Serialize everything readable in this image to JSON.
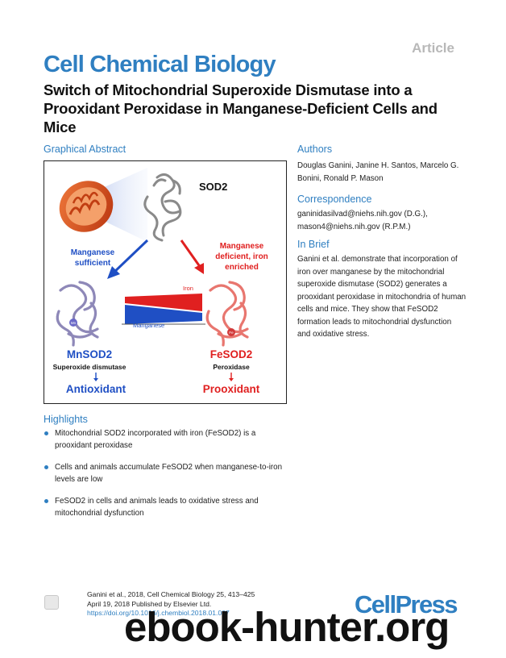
{
  "header": {
    "article_label": "Article",
    "journal": "Cell Chemical Biology",
    "title": "Switch of Mitochondrial Superoxide Dismutase into a Prooxidant Peroxidase in Manganese-Deficient Cells and Mice"
  },
  "graphical_abstract": {
    "heading": "Graphical Abstract",
    "sod2": "SOD2",
    "left_branch_1": "Manganese",
    "left_branch_2": "sufficient",
    "right_branch_1": "Manganese",
    "right_branch_2": "deficient, iron",
    "right_branch_3": "enriched",
    "iron_label": "Iron",
    "manganese_label": "Manganese",
    "mn_metal": "Mn",
    "fe_metal": "Fe",
    "left_name": "MnSOD2",
    "left_function": "Superoxide dismutase",
    "left_outcome": "Antioxidant",
    "right_name": "FeSOD2",
    "right_function": "Peroxidase",
    "right_outcome": "Prooxidant",
    "colors": {
      "blue": "#1f4fc4",
      "red": "#e02020",
      "mitochondrion": "#d9481b"
    }
  },
  "authors": {
    "heading": "Authors",
    "text": "Douglas Ganini, Janine H. Santos, Marcelo G. Bonini, Ronald P. Mason"
  },
  "correspondence": {
    "heading": "Correspondence",
    "line1": "ganinidasilvad@niehs.nih.gov (D.G.),",
    "line2": "mason4@niehs.nih.gov (R.P.M.)"
  },
  "in_brief": {
    "heading": "In Brief",
    "text": "Ganini et al. demonstrate that incorporation of iron over manganese by the mitochondrial superoxide dismutase (SOD2) generates a prooxidant peroxidase in mitochondria of human cells and mice. They show that FeSOD2 formation leads to mitochondrial dysfunction and oxidative stress."
  },
  "highlights": {
    "heading": "Highlights",
    "items": [
      "Mitochondrial SOD2 incorporated with iron (FeSOD2) is a prooxidant peroxidase",
      "Cells and animals accumulate FeSOD2 when manganese-to-iron levels are low",
      "FeSOD2 in cells and animals leads to oxidative stress and mitochondrial dysfunction"
    ]
  },
  "footer": {
    "citation_line1": "Ganini et al., 2018, Cell Chemical Biology 25, 413–425",
    "citation_line2": "April 19, 2018 Published by Elsevier Ltd.",
    "doi": "https://doi.org/10.1016/j.chembiol.2018.01.007",
    "publisher": "CellPress",
    "watermark": "ebook-hunter.org"
  }
}
